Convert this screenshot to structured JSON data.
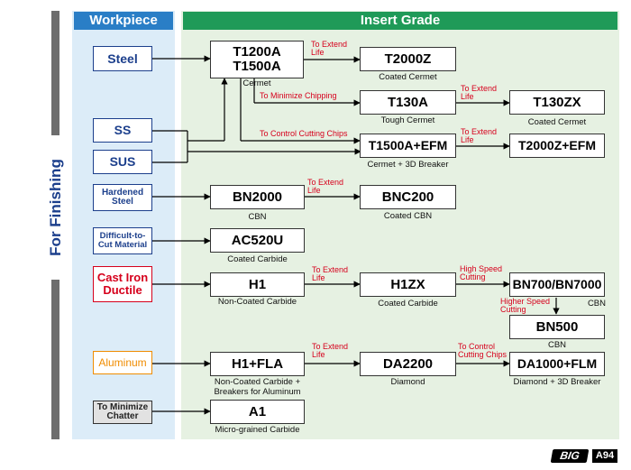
{
  "side_title": "For Finishing",
  "headers": {
    "workpiece": "Workpiece",
    "insert_grade": "Insert Grade"
  },
  "workpieces": {
    "steel": "Steel",
    "ss": "SS",
    "sus": "SUS",
    "hardened_steel": "Hardened Steel",
    "difficult": "Difficult-to-Cut Material",
    "cast_iron": "Cast Iron Ductile",
    "aluminum": "Aluminum",
    "chatter": "To Minimize Chatter"
  },
  "grades": {
    "t1200a": {
      "name": "T1200A T1500A",
      "caption": "Cermet"
    },
    "t2000z": {
      "name": "T2000Z",
      "caption": "Coated Cermet"
    },
    "t130a": {
      "name": "T130A",
      "caption": "Tough Cermet"
    },
    "t130zx": {
      "name": "T130ZX",
      "caption": "Coated Cermet"
    },
    "t1500a_efm": {
      "name": "T1500A+EFM",
      "caption": "Cermet + 3D Breaker"
    },
    "t2000z_efm": {
      "name": "T2000Z+EFM",
      "caption": ""
    },
    "bn2000": {
      "name": "BN2000",
      "caption": "CBN"
    },
    "bnc200": {
      "name": "BNC200",
      "caption": "Coated CBN"
    },
    "ac520u": {
      "name": "AC520U",
      "caption": "Coated Carbide"
    },
    "h1": {
      "name": "H1",
      "caption": "Non-Coated Carbide"
    },
    "h1zx": {
      "name": "H1ZX",
      "caption": "Coated Carbide"
    },
    "bn700": {
      "name": "BN700/BN7000",
      "caption": "CBN"
    },
    "bn500": {
      "name": "BN500",
      "caption": "CBN"
    },
    "h1fla": {
      "name": "H1+FLA",
      "caption": "Non-Coated Carbide + Breakers for Aluminum"
    },
    "da2200": {
      "name": "DA2200",
      "caption": "Diamond"
    },
    "da1000": {
      "name": "DA1000+FLM",
      "caption": "Diamond + 3D Breaker"
    },
    "a1": {
      "name": "A1",
      "caption": "Micro-grained Carbide"
    }
  },
  "arrow_labels": {
    "extend_life": "To Extend Life",
    "minimize_chipping": "To Minimize Chipping",
    "control_chips": "To Control Cutting Chips",
    "high_speed": "High Speed Cutting",
    "higher_speed": "Higher Speed Cutting",
    "control_chips_alu": "To Control Cutting Chips"
  },
  "footer": {
    "logo": "BIG",
    "page": "A94"
  },
  "colors": {
    "workpiece_blue": "#1c3f8c",
    "cast_iron_red": "#d6001c",
    "aluminum_orange": "#f08c00",
    "arrow_label_red": "#d6001c",
    "header_blue": "#2a7ec6",
    "header_green": "#1f9a58"
  }
}
